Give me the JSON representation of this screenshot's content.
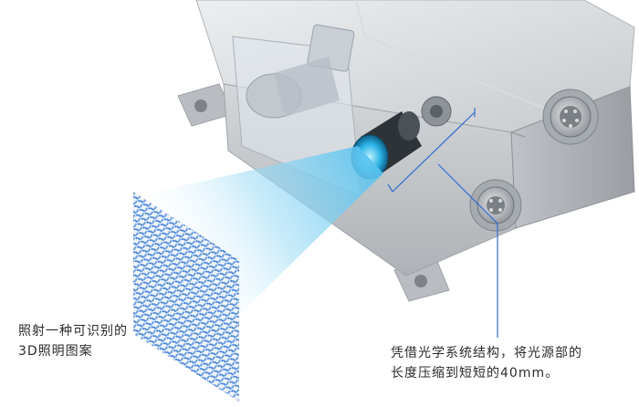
{
  "captions": {
    "left": {
      "line1": "照射一种可识别的",
      "line2": "3D照明图案"
    },
    "right": {
      "line1": "凭借光学系统结构，将光源部的",
      "line2": "长度压缩到短短的40mm。"
    }
  },
  "colors": {
    "leader_line": "#2f6fd0",
    "beam": "#66c8f0",
    "pattern": "#3d7fd6",
    "housing": "#c9ccd0"
  }
}
